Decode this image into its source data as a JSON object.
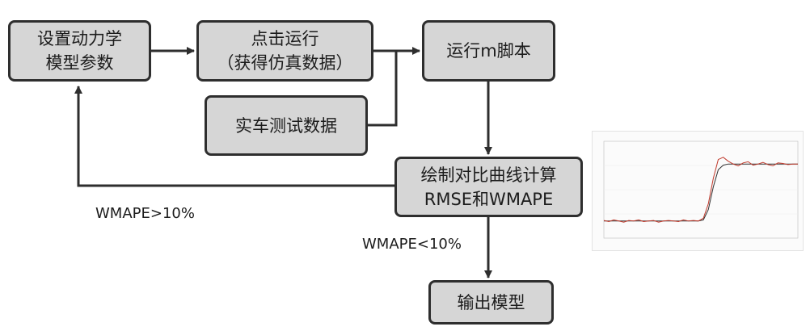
{
  "nodes": {
    "set_params": {
      "lines": [
        "设置动力学",
        "模型参数"
      ]
    },
    "click_run": {
      "lines": [
        "点击运行",
        "（获得仿真数据）"
      ]
    },
    "run_script": {
      "lines": [
        "运行m脚本"
      ]
    },
    "vehicle_data": {
      "lines": [
        "实车测试数据"
      ]
    },
    "plot_compare": {
      "lines": [
        "绘制对比曲线计算",
        "RMSE和WMAPE"
      ]
    },
    "output_model": {
      "lines": [
        "输出模型"
      ]
    }
  },
  "edge_labels": {
    "loop_back": "WMAPE>10%",
    "pass": "WMAPE<10%"
  },
  "colors": {
    "box_fill": "#d6d6d6",
    "box_border": "#2e2e2e",
    "arrow": "#2e2e2e"
  },
  "thumbnail_chart": {
    "chart_data": {
      "type": "line",
      "series": [
        {
          "color": "#333333",
          "values": [
            0,
            0,
            0,
            0,
            0,
            0,
            0,
            0,
            0,
            0,
            0,
            0,
            0,
            0,
            0,
            0,
            0,
            0,
            0,
            0,
            0.02,
            0.2,
            0.6,
            0.9,
            0.98,
            1,
            1,
            1,
            1,
            1,
            1,
            1,
            1,
            1,
            1,
            1,
            1,
            1,
            1,
            1
          ]
        },
        {
          "color": "#c0392b",
          "values": [
            0.01,
            -0.01,
            0.02,
            0,
            -0.02,
            0.01,
            0,
            0.02,
            -0.01,
            0,
            0.01,
            -0.02,
            0,
            0.01,
            0,
            -0.01,
            0.02,
            0,
            0.01,
            0,
            0.05,
            0.3,
            0.75,
            1.08,
            1.12,
            1.05,
            1,
            0.97,
            1.02,
            1.04,
            0.98,
            1,
            1.03,
            0.99,
            0.97,
            1.02,
            1.01,
            0.99,
            1,
            1
          ]
        }
      ]
    }
  }
}
